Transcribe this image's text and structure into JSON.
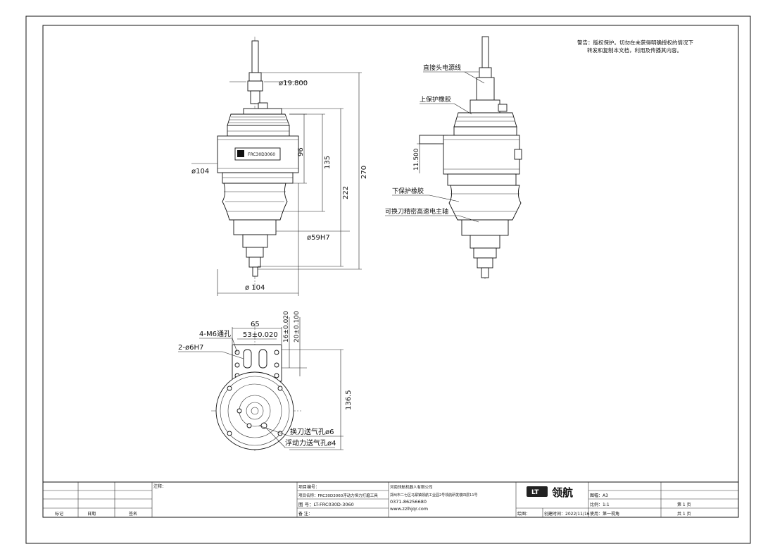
{
  "warning": {
    "line1": "警告：版权保护。切勿在未获得明确授权的情况下",
    "line2": "转发和复制本文档，利用及传播其内容。"
  },
  "front_view": {
    "dia_top": "ø19.800",
    "dia_body": "ø104",
    "dia_spigot": "ø59H7",
    "dia_bottom": "ø 104",
    "h96": "96",
    "h135": "135",
    "h222": "222",
    "h270": "270",
    "brand_plate": "FRC30D3060"
  },
  "side_view": {
    "cable_label": "直接头电源线",
    "top_guard_label": "上保护橡胶",
    "offset_dim": "11.500",
    "bottom_guard_label": "下保护橡胶",
    "spindle_label": "可换刀精密高速电主轴"
  },
  "bottom_view": {
    "d65": "65",
    "d53": "53±0.020",
    "d16": "16±0.020",
    "d20": "20±0.100",
    "d136": "136.5",
    "holes_m6": "4-M6通孔",
    "holes_pin": "2-ø6H7",
    "air_tool_release": "换刀送气孔ø6",
    "air_float": "浮动力送气孔ø4"
  },
  "title_block": {
    "rev_mark": "标记",
    "date_col": "日期",
    "sign_col": "签名",
    "notes_label": "注释：",
    "project_no": "项目编号：",
    "project_name": "项目名称：FRC30D3060浮动力恒力打磨工具",
    "drawing_no": "图  号：LT-FRC030D-3060",
    "remarks": "备  注：",
    "company": "河南领航机器人有限公司",
    "address": "郑州市二七区马寨镇领航工业园2号领航研发楼四层11号",
    "phone": "0371-86256680",
    "website": "www.zzlhjqr.com",
    "logo_mark": "LT",
    "logo_text": "领航",
    "drawn_label": "绘图：",
    "created_label": "创建时间：2022/11/16",
    "paper": "图幅：A3",
    "scale": "比例：1:1",
    "usage": "使用：第一视角",
    "sheet_cur": "第  1  页",
    "sheet_total": "共  1  页"
  }
}
